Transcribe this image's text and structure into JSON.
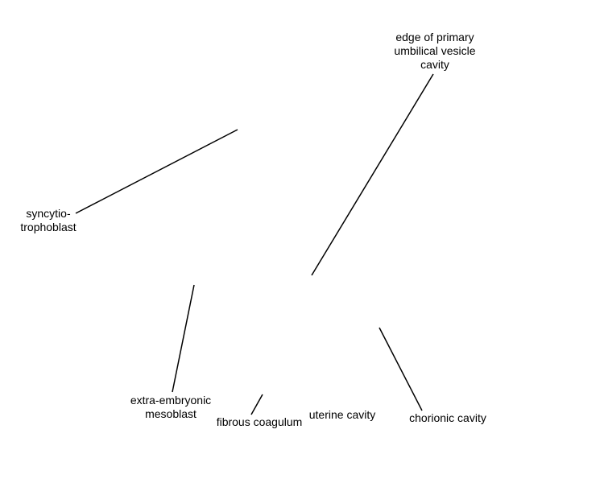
{
  "labels": {
    "edge_primary_umbilical_vesicle": [
      "edge of primary",
      "umbilical vesicle",
      "cavity"
    ],
    "syncytiotrophoblast": [
      "syncytio-",
      "trophoblast"
    ],
    "extra_embryonic_mesoblast": [
      "extra-embryonic",
      "mesoblast"
    ],
    "fibrous_coagulum": [
      "fibrous coagulum"
    ],
    "uterine_cavity": [
      "uterine cavity"
    ],
    "chorionic_cavity": [
      "chorionic cavity"
    ]
  },
  "colors": {
    "line": "#000000",
    "text": "#000000",
    "background": "#ffffff"
  }
}
